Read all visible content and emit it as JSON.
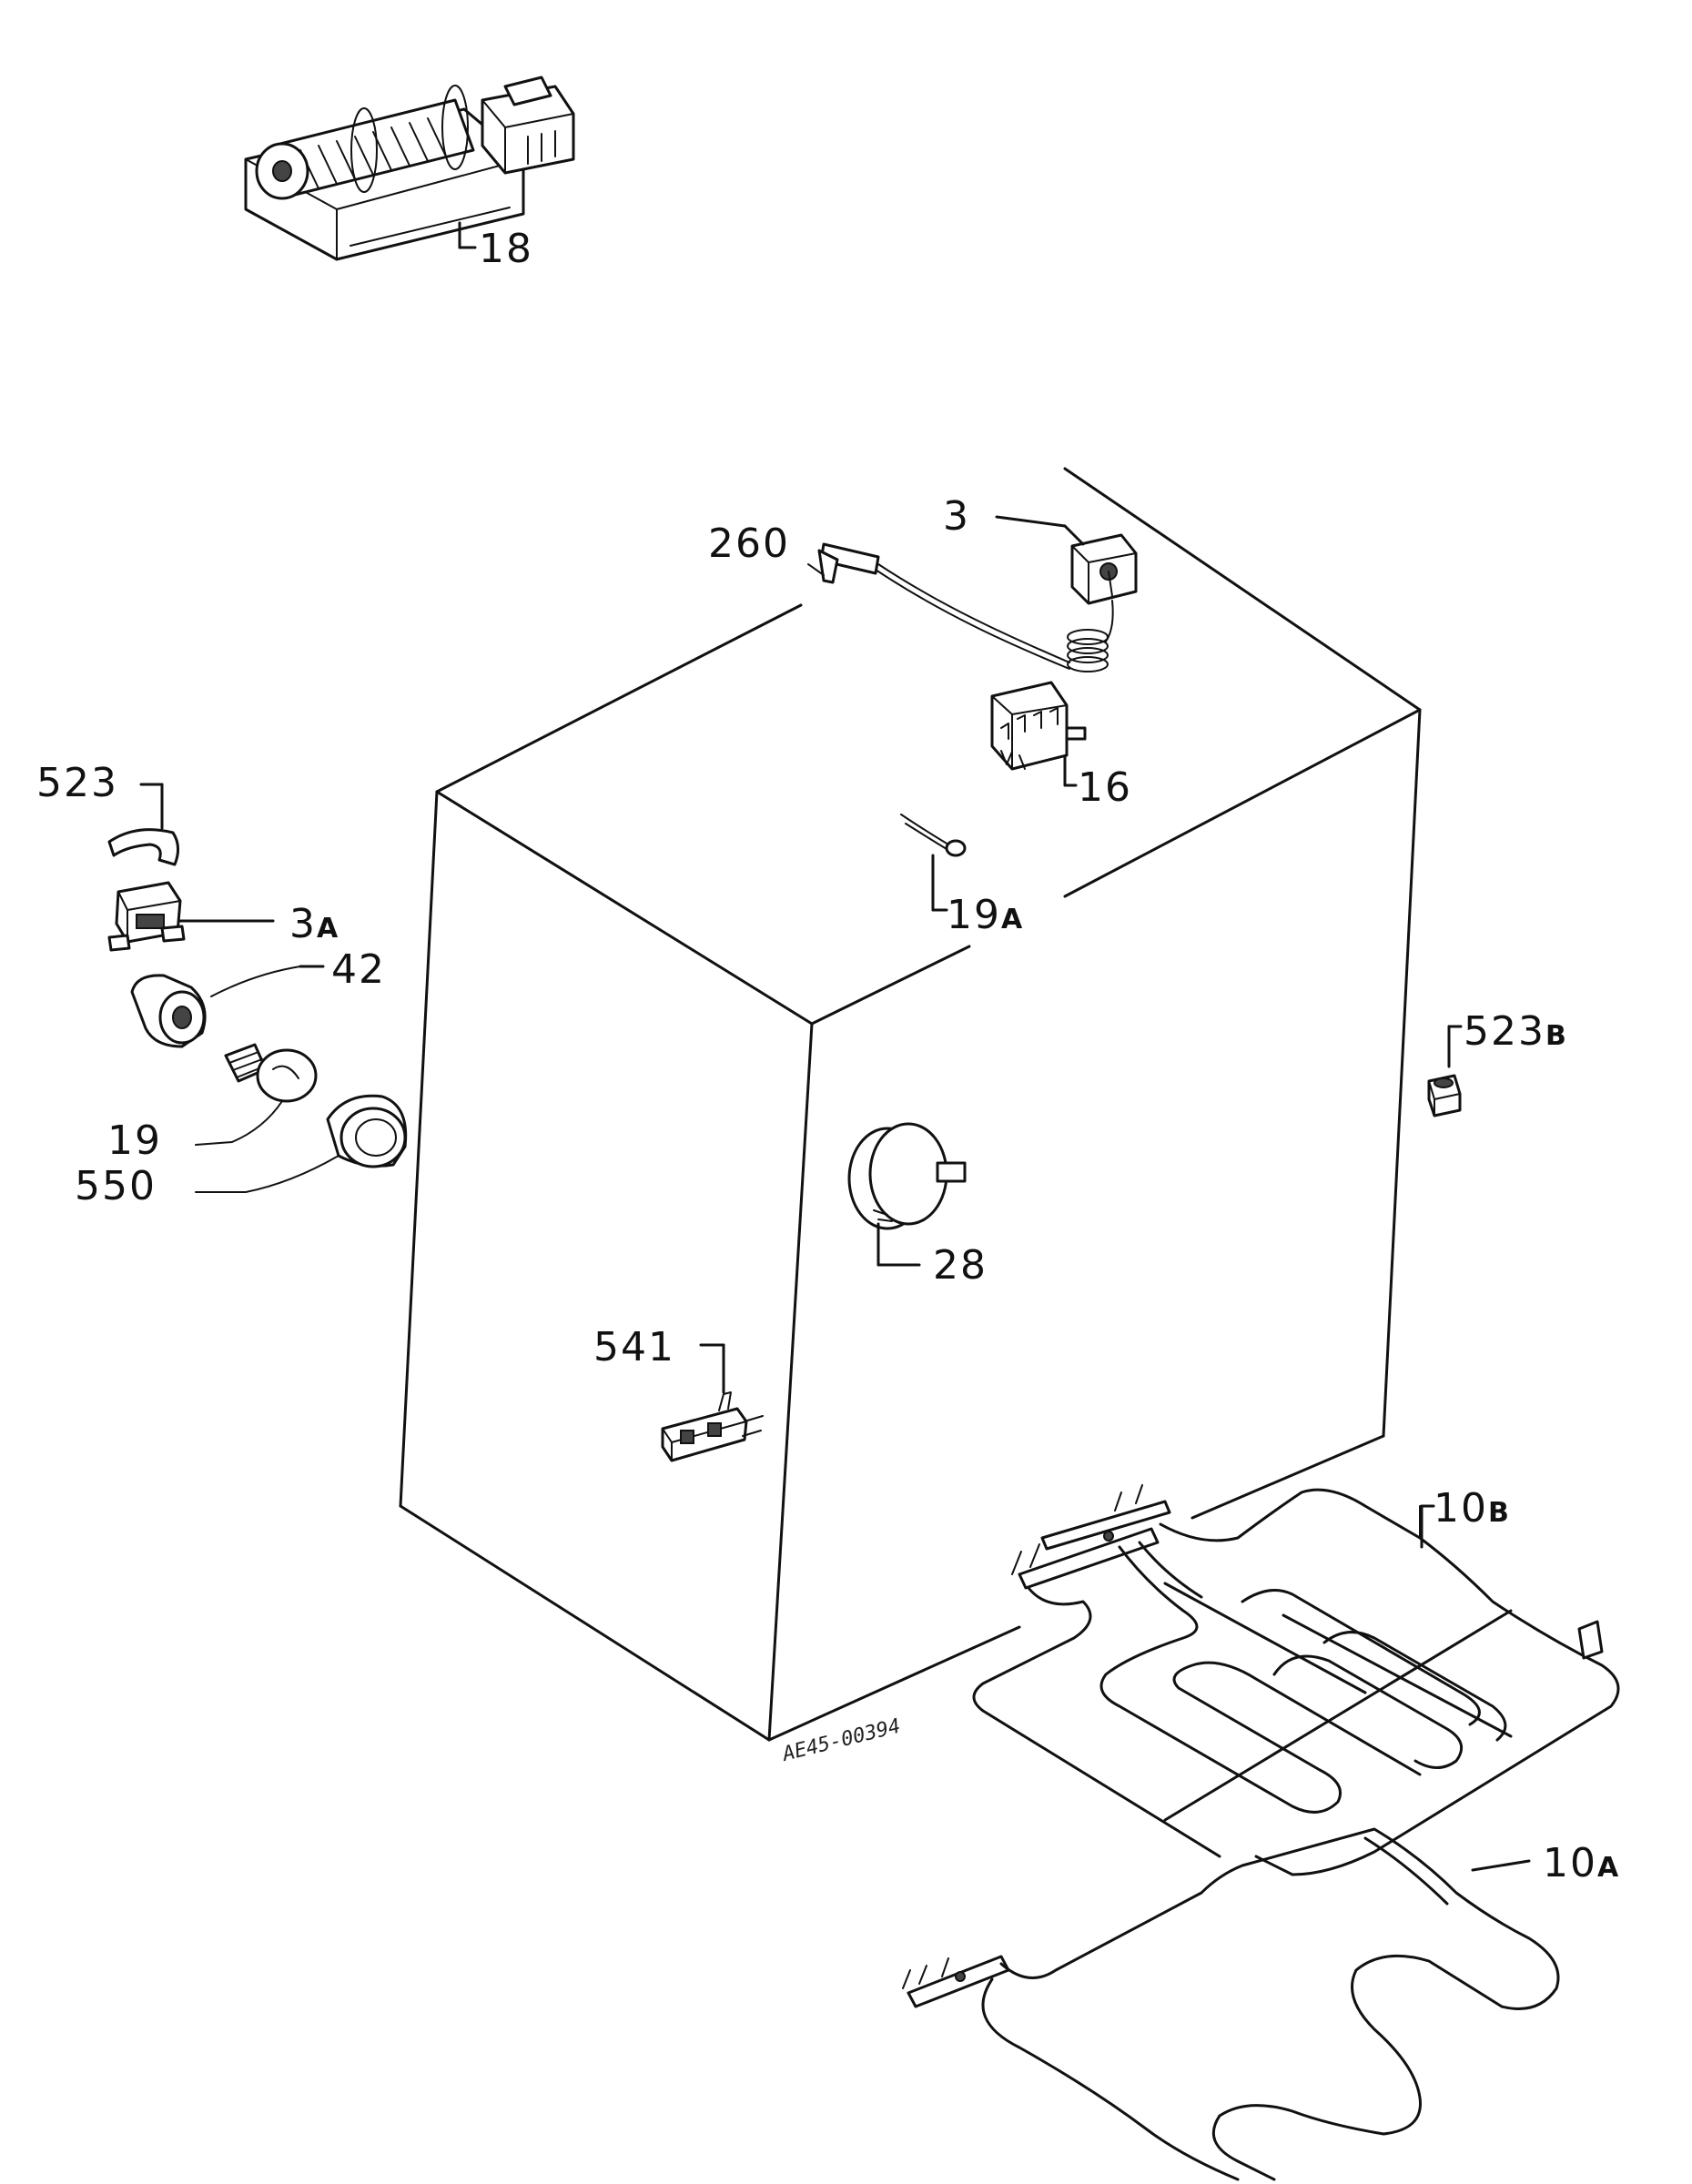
{
  "labels": {
    "p18": {
      "num": "18",
      "suffix": ""
    },
    "p260": {
      "num": "260",
      "suffix": ""
    },
    "p3": {
      "num": "3",
      "suffix": ""
    },
    "p16": {
      "num": "16",
      "suffix": ""
    },
    "p19a": {
      "num": "19",
      "suffix": "A"
    },
    "p523": {
      "num": "523",
      "suffix": ""
    },
    "p3a": {
      "num": "3",
      "suffix": "A"
    },
    "p42": {
      "num": "42",
      "suffix": ""
    },
    "p19": {
      "num": "19",
      "suffix": ""
    },
    "p550": {
      "num": "550",
      "suffix": ""
    },
    "p523b": {
      "num": "523",
      "suffix": "B"
    },
    "p28": {
      "num": "28",
      "suffix": ""
    },
    "p541": {
      "num": "541",
      "suffix": ""
    },
    "p10b": {
      "num": "10",
      "suffix": "B"
    },
    "p10a": {
      "num": "10",
      "suffix": "A"
    }
  },
  "drawing_ref": "AE45-00394"
}
